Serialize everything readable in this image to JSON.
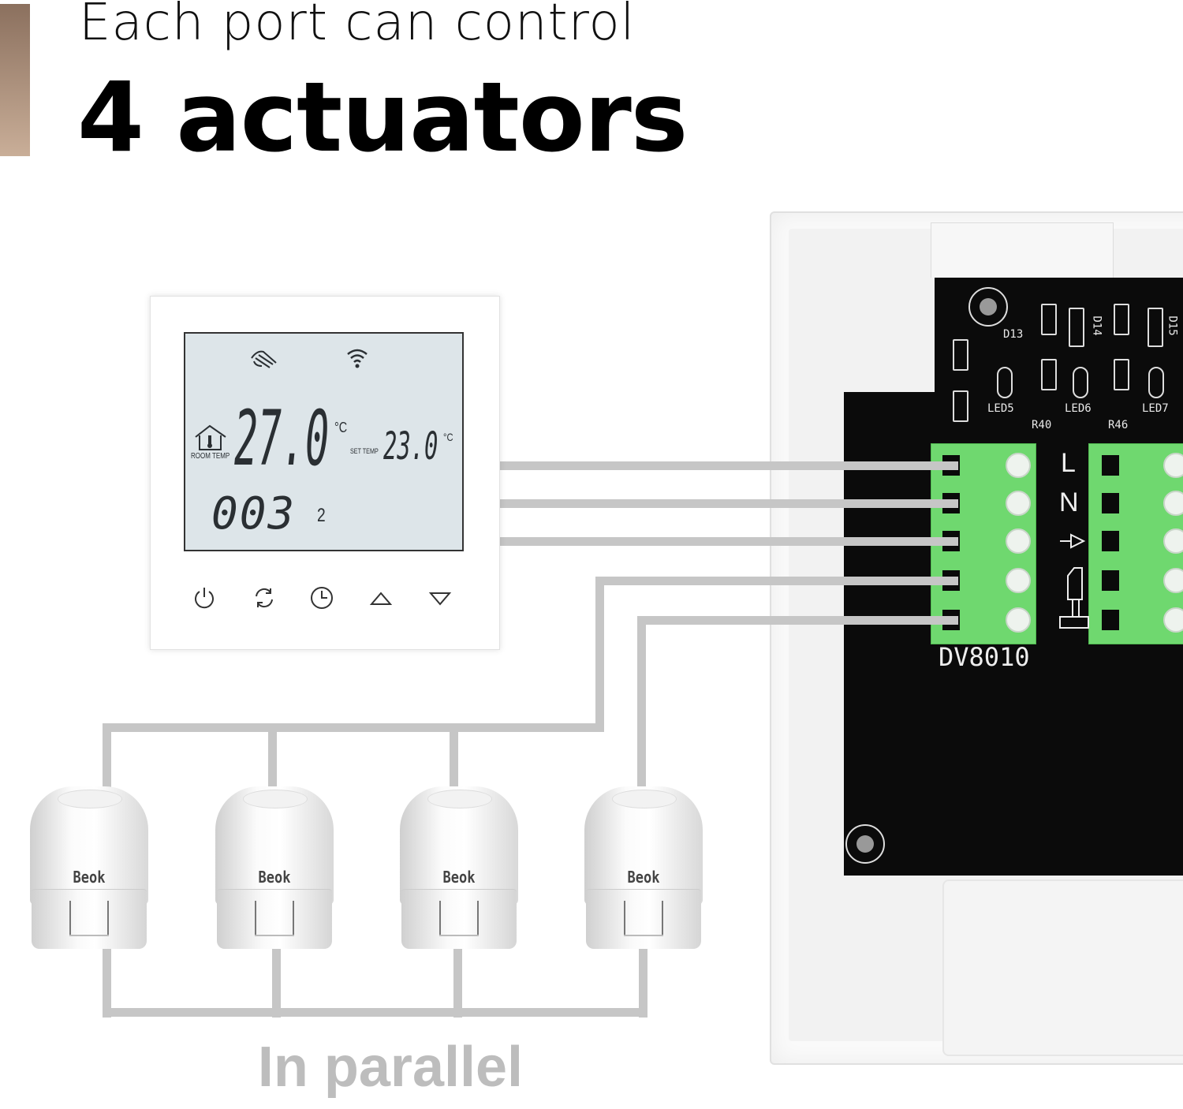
{
  "header": {
    "line1": "Each port can control",
    "line2": "4 actuators",
    "accent_color": "#8b705e"
  },
  "thermostat": {
    "lcd": {
      "room_temp_label": "ROOM TEMP",
      "room_temp": "27.0",
      "set_temp_label": "SET TEMP",
      "set_temp": "23.0",
      "unit": "°C",
      "time": "003",
      "day": "2"
    },
    "icons": [
      "hand-icon",
      "wifi-icon",
      "house-thermometer-icon"
    ],
    "buttons": [
      "power",
      "mode",
      "clock",
      "up",
      "down"
    ]
  },
  "pcb": {
    "model": "DV8010",
    "labels": [
      "D13",
      "D14",
      "D15",
      "LED5",
      "LED6",
      "LED7",
      "R40",
      "R46"
    ],
    "terminal_labels": [
      "L",
      "N"
    ]
  },
  "actuators": [
    {
      "brand": "Beok"
    },
    {
      "brand": "Beok"
    },
    {
      "brand": "Beok"
    },
    {
      "brand": "Beok"
    }
  ],
  "footer": {
    "caption": "In parallel",
    "color": "#bdbdbd"
  },
  "wire_color": "#c6c6c6",
  "terminal_color": "#6fd86f"
}
